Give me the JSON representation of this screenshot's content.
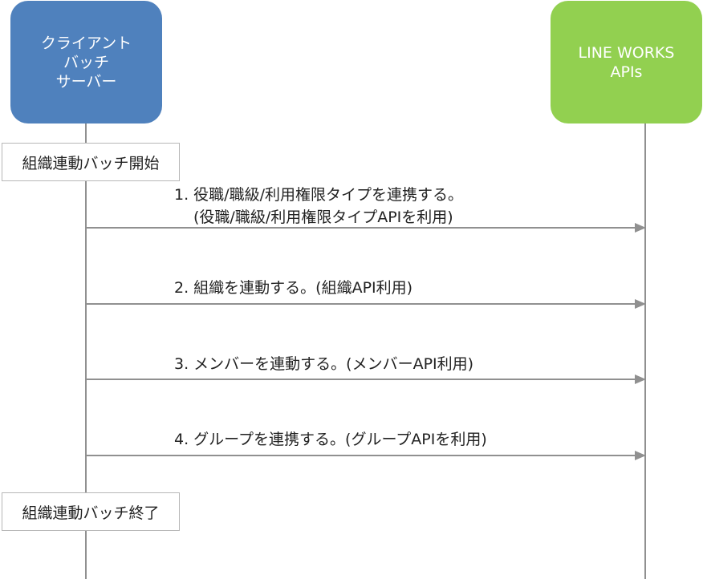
{
  "actors": {
    "client": {
      "lines": [
        "クライアント",
        "バッチ",
        "サーバー"
      ],
      "color": "#4f81bd"
    },
    "lineworks": {
      "lines": [
        "LINE WORKS",
        "APIs"
      ],
      "color": "#92d050"
    }
  },
  "notes": {
    "start": "組織連動バッチ開始",
    "end": "組織連動バッチ終了"
  },
  "messages": [
    {
      "line1": "1. 役職/職級/利用権限タイプを連携する。",
      "line2": "(役職/職級/利用権限タイプAPIを利用)"
    },
    {
      "line1": "2. 組織を連動する。(組織API利用)"
    },
    {
      "line1": "3. メンバーを連動する。(メンバーAPI利用)"
    },
    {
      "line1": "4. グループを連携する。(グループAPIを利用)"
    }
  ]
}
